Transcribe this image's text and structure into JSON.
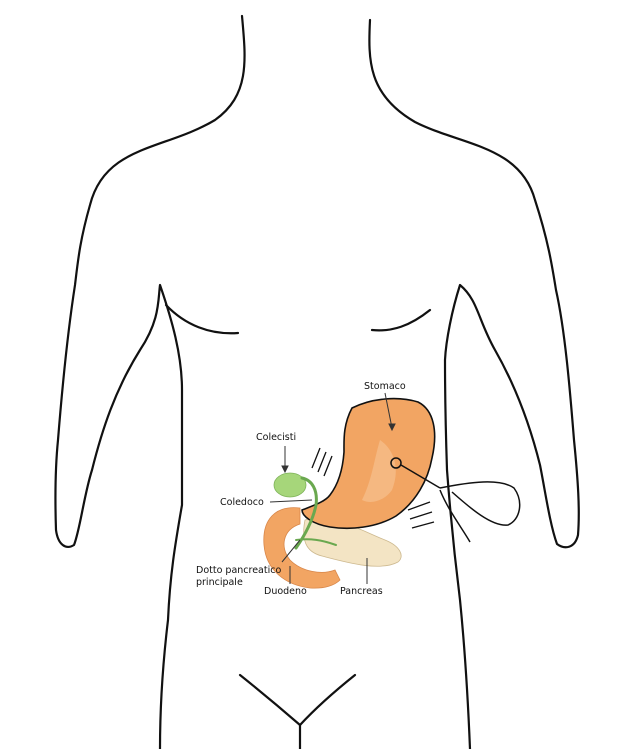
{
  "labels": {
    "stomach": "Stomaco",
    "gallbladder": "Colecisti",
    "bile_duct": "Coledoco",
    "pancreatic_duct_line1": "Dotto pancreatico",
    "pancreatic_duct_line2": "principale",
    "duodenum": "Duodeno",
    "pancreas": "Pancreas"
  },
  "colors": {
    "outline": "#111111",
    "stomach": "#f2a563",
    "stomach_highlight": "#f7c08e",
    "pancreas": "#f3e4c4",
    "duodenum": "#f2a563",
    "gallbladder": "#a6d67a",
    "bile_duct": "#6aa84f"
  }
}
